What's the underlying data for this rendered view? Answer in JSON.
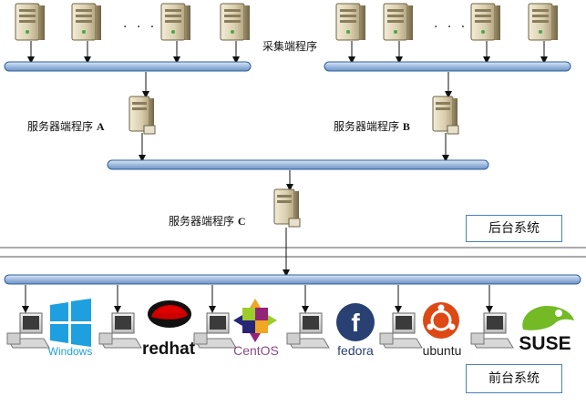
{
  "labels": {
    "collector": "采集端程序",
    "server_a_text": "服务器端程序",
    "server_a_letter": "A",
    "server_b_text": "服务器端程序",
    "server_b_letter": "B",
    "server_c_text": "服务器端程序",
    "server_c_letter": "C"
  },
  "ellipsis": "· · ·",
  "boxes": {
    "backend": "后台系统",
    "frontend": "前台系统"
  },
  "os_logos": {
    "windows": "Windows",
    "redhat": "redhat",
    "centos": "CentOS",
    "fedora": "fedora",
    "ubuntu": "ubuntu",
    "suse": "SUSE"
  },
  "colors": {
    "bus_fill": "#b7cde8",
    "bus_stroke": "#2f5f9a",
    "box_border": "#4a7fbf",
    "windows_blue": "#1e9fe0",
    "redhat_red": "#cc0000",
    "fedora_blue": "#294172",
    "ubuntu_orange": "#dd4814",
    "suse_green": "#73ba25"
  }
}
